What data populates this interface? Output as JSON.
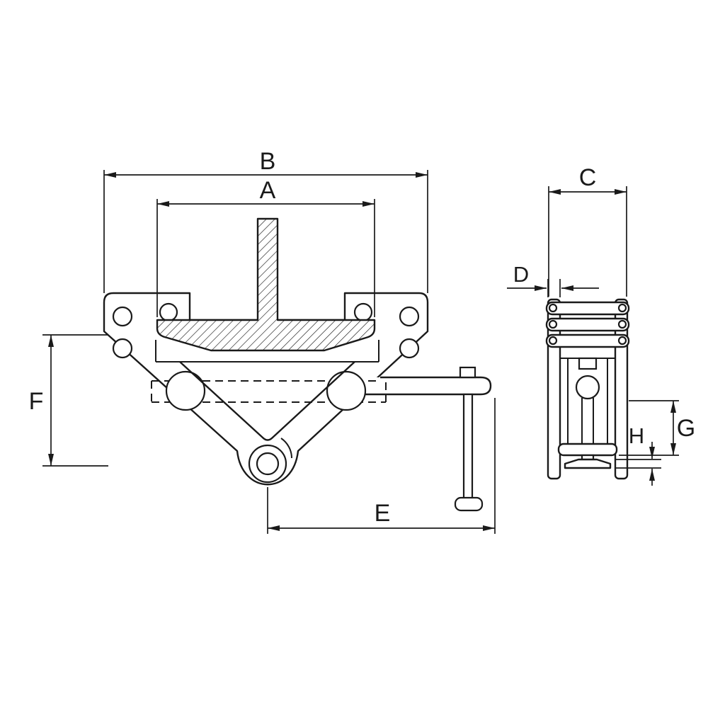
{
  "page": {
    "background": "#ffffff",
    "ink": "#1a1a1a"
  },
  "labels": {
    "dim_a": "A",
    "dim_b": "B",
    "dim_c": "C",
    "dim_d": "D",
    "dim_e": "E",
    "dim_f": "F",
    "dim_g": "G",
    "dim_h": "H"
  }
}
